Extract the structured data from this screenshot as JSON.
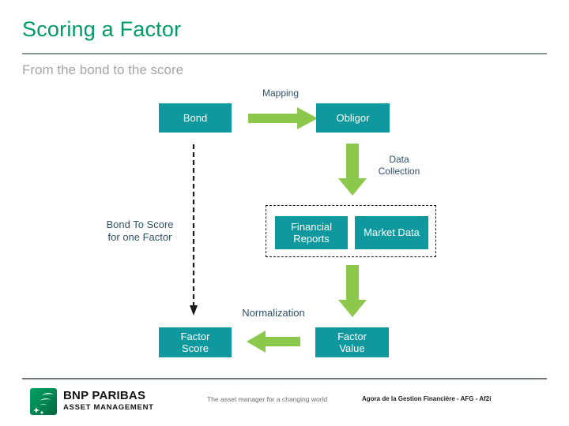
{
  "slide": {
    "title": "Scoring a Factor",
    "subtitle": "From the bond to the score"
  },
  "diagram": {
    "labels": {
      "mapping": "Mapping",
      "data_collection": [
        "Data",
        "Collection"
      ],
      "bond_to_score": [
        "Bond To Score",
        "for one Factor"
      ],
      "normalization": "Normalization"
    },
    "boxes": {
      "bond": "Bond",
      "obligor": "Obligor",
      "financial_reports": [
        "Financial",
        "Reports"
      ],
      "market_data": "Market Data",
      "factor_score": [
        "Factor",
        "Score"
      ],
      "factor_value": [
        "Factor",
        "Value"
      ]
    },
    "colors": {
      "title_green": "#009b64",
      "box_teal": "#0f999e",
      "arrow_green": "#8cc84b",
      "label_blue": "#2f5166",
      "dashed_line": "#1a1a1a"
    },
    "icons": [
      "arrow-right-icon",
      "arrow-down-icon",
      "arrow-left-icon",
      "dashed-connector-arrow-icon"
    ]
  },
  "footer": {
    "brand_name": "BNP PARIBAS",
    "brand_subname": "ASSET MANAGEMENT",
    "tagline": "The asset manager for a changing world",
    "event": "Agora de la Gestion Financière - AFG - Af2i"
  }
}
